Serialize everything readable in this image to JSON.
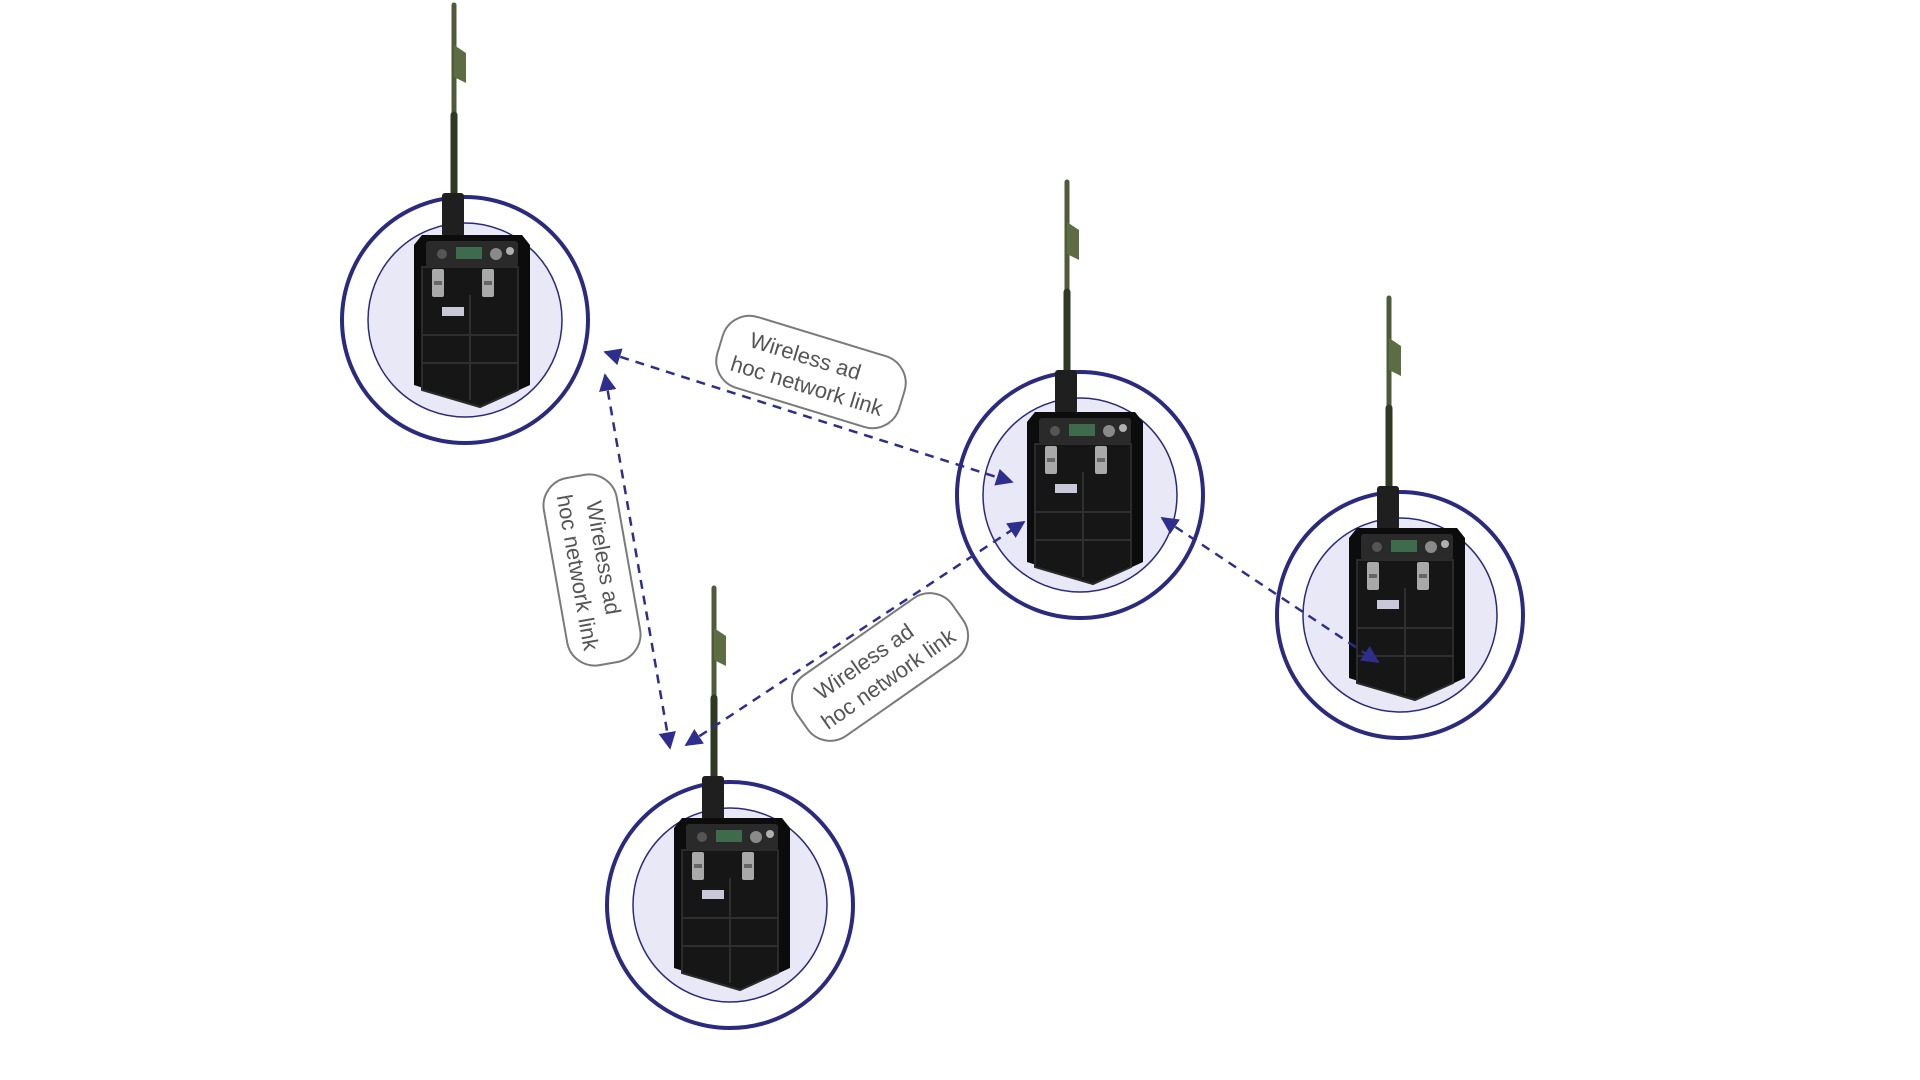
{
  "diagram": {
    "colors": {
      "ring": "#2a2a7e",
      "inner_fill": "#e8e8f6",
      "link": "#2e2e8c",
      "label_border": "#7a7a7a",
      "label_text": "#555555",
      "device_body": "#161616",
      "antenna": "#4d5b3a"
    },
    "nodes": [
      {
        "id": "radio-node-1",
        "icon": "manpack-radio-icon"
      },
      {
        "id": "radio-node-2",
        "icon": "manpack-radio-icon"
      },
      {
        "id": "radio-node-3",
        "icon": "manpack-radio-icon"
      },
      {
        "id": "radio-node-4",
        "icon": "manpack-radio-icon"
      }
    ],
    "links": [
      {
        "from": "radio-node-1",
        "to": "radio-node-2",
        "style": "dashed-double-arrow"
      },
      {
        "from": "radio-node-1",
        "to": "radio-node-3",
        "style": "dashed-double-arrow"
      },
      {
        "from": "radio-node-3",
        "to": "radio-node-2",
        "style": "dashed-double-arrow"
      },
      {
        "from": "radio-node-2",
        "to": "radio-node-4",
        "style": "dashed-double-arrow"
      }
    ],
    "labels": {
      "link_top": {
        "line1": "Wireless ad",
        "line2": "hoc network link"
      },
      "link_left": {
        "line1": "Wireless ad",
        "line2": "hoc network link"
      },
      "link_middle": {
        "line1": "Wireless ad",
        "line2": "hoc network link"
      }
    }
  }
}
